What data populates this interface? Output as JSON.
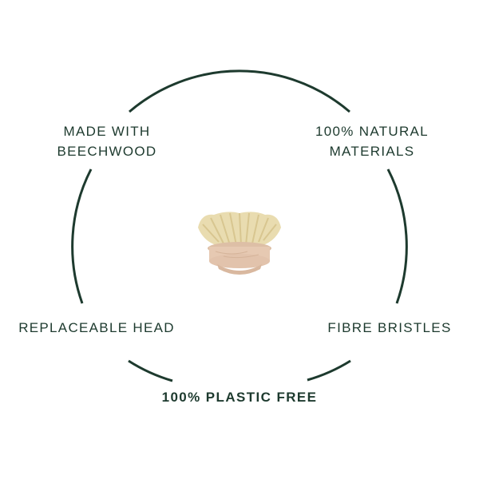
{
  "features": {
    "top_left": [
      "MADE WITH",
      "BEECHWOOD"
    ],
    "top_right": [
      "100% NATURAL",
      "MATERIALS"
    ],
    "bottom_left": "REPLACEABLE HEAD",
    "bottom_right": "FIBRE BRISTLES"
  },
  "highlight": "100% PLASTIC FREE",
  "product": {
    "icon": "brush-head-image"
  },
  "colors": {
    "text": "#1d3a2e",
    "ring": "#1d3a2e",
    "bristles": "#e9dcb0",
    "wood": "#e6c9b2"
  }
}
